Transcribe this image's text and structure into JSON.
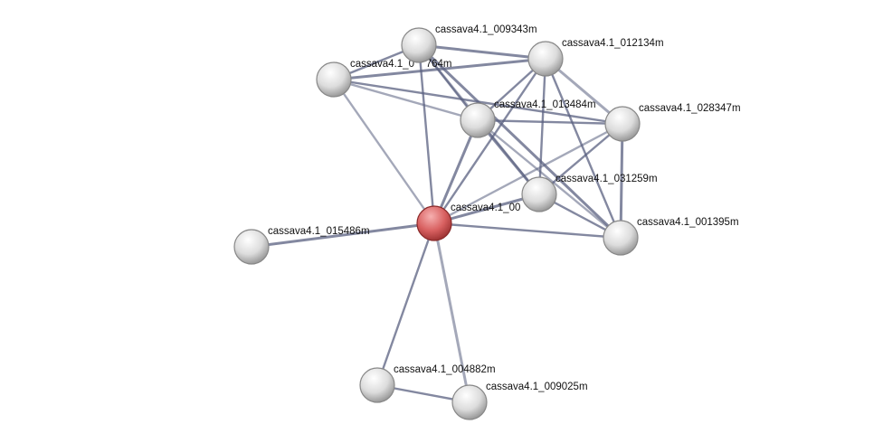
{
  "network": {
    "nodes": [
      {
        "id": "n009343",
        "label": "cassava4.1_009343m",
        "query": false
      },
      {
        "id": "n012134",
        "label": "cassava4.1_012134m",
        "query": false
      },
      {
        "id": "n764",
        "label": "cassava4.1_0    764m",
        "query": false
      },
      {
        "id": "n013484",
        "label": "cassava4.1_013484m",
        "query": false
      },
      {
        "id": "n028347",
        "label": "cassava4.1_028347m",
        "query": false
      },
      {
        "id": "n031259",
        "label": "cassava4.1_031259m",
        "query": false
      },
      {
        "id": "center",
        "label": "cassava4.1_00",
        "query": true
      },
      {
        "id": "n001395",
        "label": "cassava4.1_001395m",
        "query": false
      },
      {
        "id": "n015486",
        "label": "cassava4.1_015486m",
        "query": false
      },
      {
        "id": "n004882",
        "label": "cassava4.1_004882m",
        "query": false
      },
      {
        "id": "n009025",
        "label": "cassava4.1_009025m",
        "query": false
      }
    ],
    "edges": [
      [
        "center",
        "n015486"
      ],
      [
        "center",
        "n764"
      ],
      [
        "center",
        "n009343"
      ],
      [
        "center",
        "n013484"
      ],
      [
        "center",
        "n012134"
      ],
      [
        "center",
        "n028347"
      ],
      [
        "center",
        "n031259"
      ],
      [
        "center",
        "n001395"
      ],
      [
        "center",
        "n004882"
      ],
      [
        "center",
        "n009025"
      ],
      [
        "n004882",
        "n009025"
      ],
      [
        "n764",
        "n009343"
      ],
      [
        "n764",
        "n012134"
      ],
      [
        "n764",
        "n013484"
      ],
      [
        "n764",
        "n028347"
      ],
      [
        "n009343",
        "n012134"
      ],
      [
        "n009343",
        "n013484"
      ],
      [
        "n009343",
        "n031259"
      ],
      [
        "n009343",
        "n001395"
      ],
      [
        "n012134",
        "n013484"
      ],
      [
        "n012134",
        "n031259"
      ],
      [
        "n012134",
        "n028347"
      ],
      [
        "n012134",
        "n001395"
      ],
      [
        "n013484",
        "n028347"
      ],
      [
        "n013484",
        "n031259"
      ],
      [
        "n013484",
        "n001395"
      ],
      [
        "n028347",
        "n031259"
      ],
      [
        "n028347",
        "n001395"
      ],
      [
        "n031259",
        "n001395"
      ]
    ],
    "colors": {
      "edge": "#5a6080",
      "node": "#e0e0e0",
      "query_node": "#d96a6a"
    }
  }
}
